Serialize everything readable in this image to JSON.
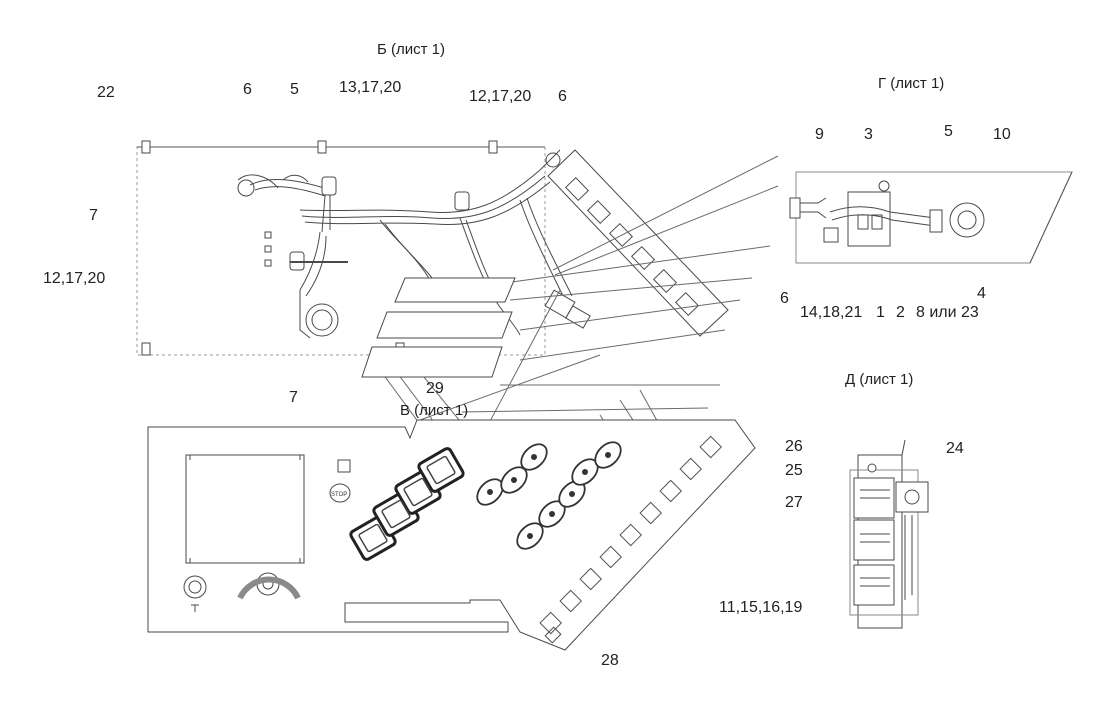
{
  "views": {
    "b": "Б (лист 1)",
    "g": "Г (лист 1)",
    "d": "Д (лист 1)",
    "v": "В (лист 1)"
  },
  "callouts": {
    "c22": "22",
    "c6_top": "6",
    "c5_top": "5",
    "c13_17_20": "13,17,20",
    "c12_17_20_top": "12,17,20",
    "c6_top2": "6",
    "c7_left": "7",
    "c12_17_20_left": "12,17,20",
    "c7_bottom": "7",
    "c29": "29",
    "c9": "9",
    "c3": "3",
    "c5_g": "5",
    "c10": "10",
    "c6_g": "6",
    "c4": "4",
    "c14_18_21": "14,18,21",
    "c1": "1",
    "c2": "2",
    "c8_or_23": "8 или 23",
    "c26": "26",
    "c25": "25",
    "c27": "27",
    "c24": "24",
    "c11_15_16_19": "11,15,16,19",
    "c28": "28"
  },
  "panel_marks": {
    "stop": "STOP"
  },
  "colors": {
    "line": "#4a4a4a",
    "thin": "#8a8a8a",
    "text": "#222222"
  }
}
